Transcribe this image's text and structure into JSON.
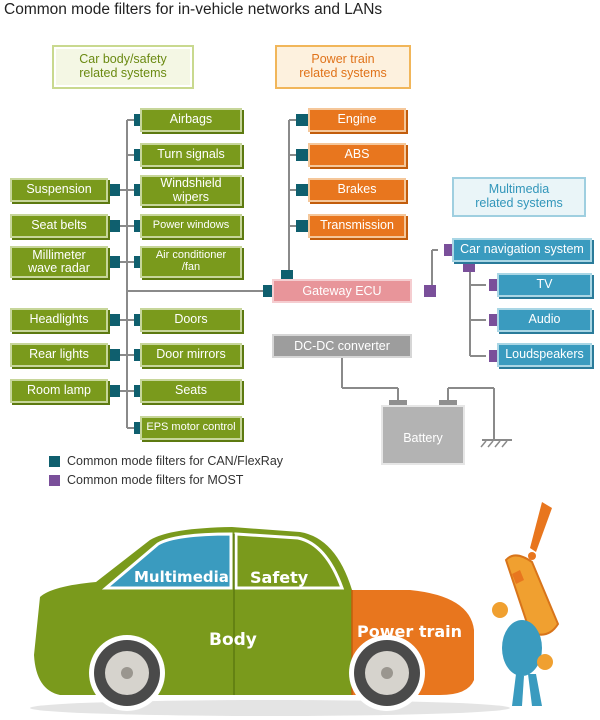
{
  "title": "Common mode filters for in-vehicle networks and LANs",
  "headers": {
    "body_safety": "Car body/safety\nrelated systems",
    "power_train": "Power train\nrelated systems",
    "multimedia": "Multimedia\nrelated systems"
  },
  "body_items": [
    "Airbags",
    "Turn signals",
    "Windshield\nwipers",
    "Power windows",
    "Air conditioner\n/fan",
    "Doors",
    "Door mirrors",
    "Seats",
    "EPS motor control"
  ],
  "left_items": [
    "Suspension",
    "Seat belts",
    "Millimeter\nwave radar",
    "Headlights",
    "Rear lights",
    "Room lamp"
  ],
  "power_items": [
    "Engine",
    "ABS",
    "Brakes",
    "Transmission"
  ],
  "media_items": [
    "Car navigation system",
    "TV",
    "Audio",
    "Loudspeakers"
  ],
  "gateway": "Gateway ECU",
  "dcdc": "DC-DC converter",
  "battery": "Battery",
  "legend": {
    "can": "Common mode filters for CAN/FlexRay",
    "most": "Common mode filters for MOST"
  },
  "car_labels": {
    "multimedia": "Multimedia",
    "safety": "Safety",
    "body": "Body",
    "power_train": "Power train"
  },
  "colors": {
    "can_filter": "#0f5f6e",
    "most_filter": "#7a4f9a",
    "body_green": "#7a9a1c",
    "power_orange": "#e8761e",
    "media_blue": "#3a9bbf"
  }
}
